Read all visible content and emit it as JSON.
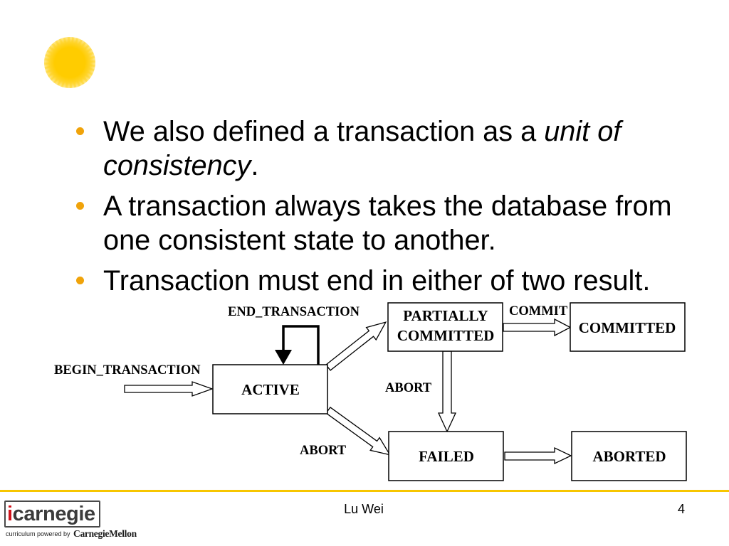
{
  "slide": {
    "bullets": [
      {
        "before": "We also defined a transaction as a ",
        "emphasis": "unit of consistency",
        "after": "."
      },
      {
        "text": "A transaction always takes the database from one consistent state to another."
      },
      {
        "text": "Transaction must end in either of two result."
      }
    ]
  },
  "diagram": {
    "states": {
      "active": "ACTIVE",
      "partially_committed": [
        "PARTIALLY",
        "COMMITTED"
      ],
      "committed": "COMMITTED",
      "failed": "FAILED",
      "aborted": "ABORTED"
    },
    "transition_labels": {
      "begin": "BEGIN_TRANSACTION",
      "end": "END_TRANSACTION",
      "commit": "COMMIT",
      "abort_partial": "ABORT",
      "abort_active": "ABORT"
    }
  },
  "footer": {
    "logo": "icarnegie",
    "powered_by": "curriculum powered by",
    "university": "CarnegieMellon",
    "author": "Lu Wei",
    "page_number": "4"
  },
  "theme": {
    "bullet_color": "#f0a30a",
    "sun_color": "#ffcc00",
    "sun_halo_color": "#ffe680",
    "footer_rule_color": "#f7c600",
    "logo_accent_color": "#d0121b"
  },
  "icons": {
    "decoration": "sun-icon",
    "bullet": "bullet-icon",
    "loop_head": "arrowhead-icon"
  }
}
